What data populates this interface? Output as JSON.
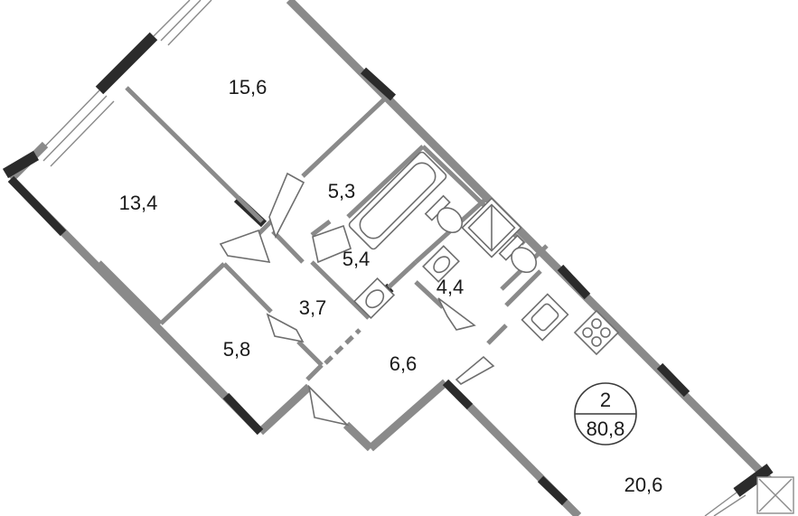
{
  "rooms": [
    {
      "id": "bedroom-top",
      "area": "15,6"
    },
    {
      "id": "bedroom-left",
      "area": "13,4"
    },
    {
      "id": "corridor-upper",
      "area": "5,3"
    },
    {
      "id": "bathroom",
      "area": "5,4"
    },
    {
      "id": "toilet",
      "area": "4,4"
    },
    {
      "id": "hall",
      "area": "3,7"
    },
    {
      "id": "storage",
      "area": "5,8"
    },
    {
      "id": "entrance",
      "area": "6,6"
    },
    {
      "id": "kitchen-living",
      "area": "20,6"
    }
  ],
  "summary": {
    "rooms_count": "2",
    "total_area": "80,8"
  },
  "colors": {
    "wall": "#8a8a8a",
    "wall_dark": "#2b2b2b",
    "background": "#ffffff"
  }
}
